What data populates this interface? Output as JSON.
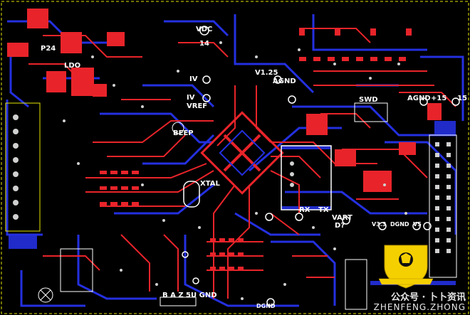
{
  "labels": {
    "p24": "P24",
    "ldo": "LDO",
    "vdc": "VDC",
    "v14": "14",
    "v125": "V1.25",
    "agnd_top": "AGND",
    "iv1": "IV",
    "iv2": "IV",
    "vref": "VREF",
    "beep": "BEEP",
    "xtal": "XTAL",
    "swd": "SWD",
    "agnd_right": "AGND",
    "plus15a": "+15",
    "minus15": "-15",
    "rx": "RX",
    "tx": "TX",
    "vart": "VART",
    "d_q": "D?",
    "v33": "V3.3",
    "dgnd_mid": "DGND",
    "v5": "V5",
    "gnd_bottom": "B A Z 5U GND",
    "dgnd_bottom": "DGND"
  },
  "watermark": {
    "line1": "公众号 · 卜卜资讯",
    "line2": "ZHENFENG.ZHONG"
  },
  "colors": {
    "background": "#000000",
    "top_copper": "#e8242a",
    "bottom_copper": "#2430e0",
    "silkscreen": "#ffffff",
    "outline": "#e6e600",
    "pad": "#d0d0d0"
  }
}
